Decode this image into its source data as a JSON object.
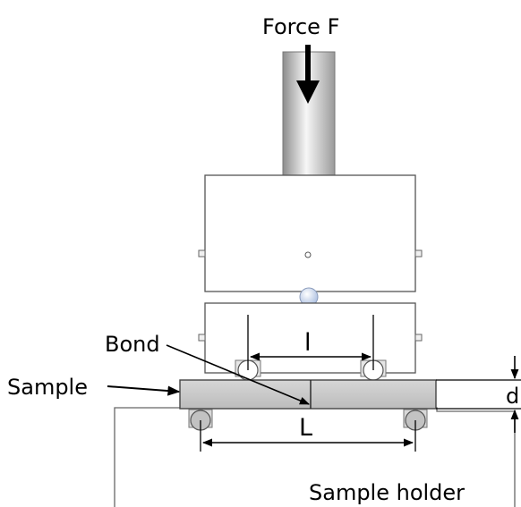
{
  "labels": {
    "force": "Force F",
    "bond": "Bond",
    "sample": "Sample",
    "inner_span": "l",
    "outer_span": "L",
    "thickness": "d",
    "holder": "Sample holder"
  },
  "colors": {
    "rod_light": "#f4f4f4",
    "rod_dark": "#9c9c9c",
    "block_outline": "#555555",
    "sample_fill": "#c8c8c8",
    "roller_fill": "#bdbdbd",
    "ball_fill": "#c9d7ef",
    "line": "#000000"
  }
}
